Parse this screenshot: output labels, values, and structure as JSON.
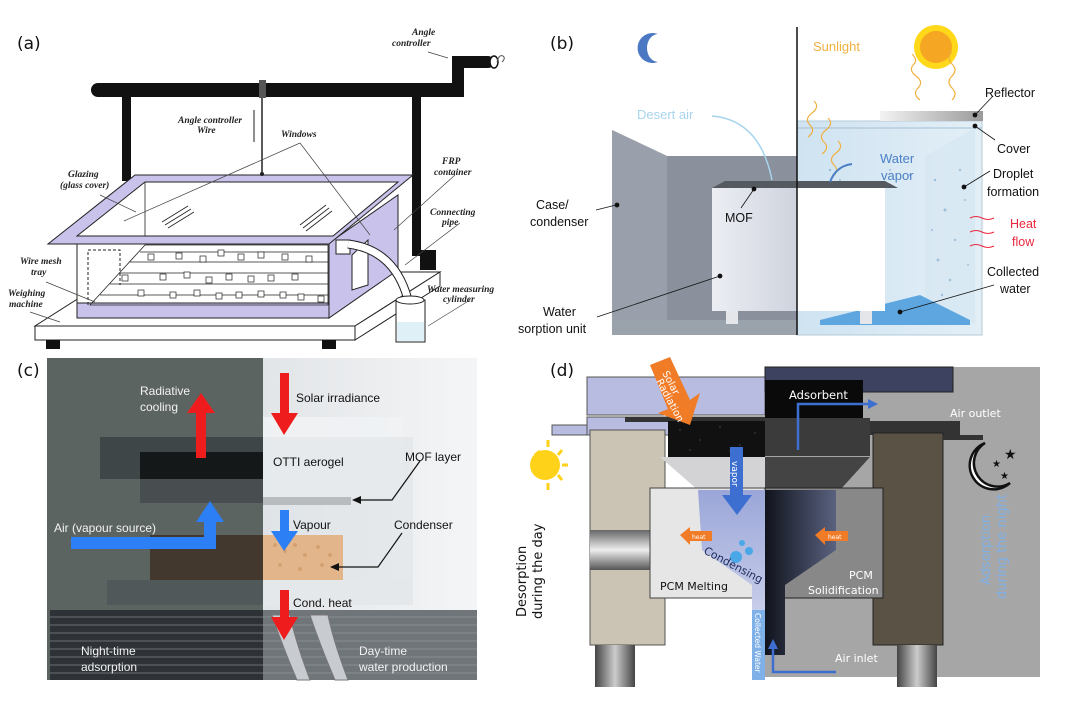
{
  "panels": {
    "a": {
      "label": "(a)",
      "annotations": {
        "angle_controller": [
          "Angle",
          "controller"
        ],
        "angle_controller_wire": [
          "Angle controller",
          "Wire"
        ],
        "windows": "Windows",
        "glazing": [
          "Glazing",
          "(glass cover)"
        ],
        "frp_container": [
          "FRP",
          "container"
        ],
        "connecting_pipe": [
          "Connecting",
          "pipe"
        ],
        "wire_mesh_tray": [
          "Wire mesh",
          "tray"
        ],
        "weighing_machine": [
          "Weighing",
          "machine"
        ],
        "water_measuring_cylinder": [
          "Water measuring",
          "cylinder"
        ]
      },
      "colors": {
        "frame": "#111111",
        "container": "#c9c3ec"
      }
    },
    "b": {
      "label": "(b)",
      "annotations": {
        "sunlight": "Sunlight",
        "desert_air": "Desert air",
        "water_vapor": [
          "Water",
          "vapor"
        ],
        "reflector": "Reflector",
        "cover": "Cover",
        "droplet_formation": [
          "Droplet",
          "formation"
        ],
        "heat_flow": [
          "Heat",
          "flow"
        ],
        "case_condenser": [
          "Case/",
          "condenser"
        ],
        "mof": "MOF",
        "water_sorption_unit": [
          "Water",
          "sorption unit"
        ],
        "collected_water": [
          "Collected",
          "water"
        ]
      },
      "colors": {
        "moon": "#4a78c2",
        "sun": "#f5a623",
        "sunlight": "#f0b040",
        "desert_air": "#a8d4ee",
        "vapor": "#4a7fc6",
        "heat": "#e8283c",
        "case": "#8a909c"
      }
    },
    "c": {
      "label": "(c)",
      "annotations": {
        "radiative_cooling": [
          "Radiative",
          "cooling"
        ],
        "solar_irradiance": "Solar irradiance",
        "otti_aerogel": "OTTI aerogel",
        "mof_layer": "MOF layer",
        "air_vapour_source": "Air (vapour source)",
        "vapour": "Vapour",
        "condenser": "Condenser",
        "cond_heat": "Cond. heat",
        "night_time": [
          "Night-time",
          "adsorption"
        ],
        "day_time": [
          "Day-time",
          "water production"
        ]
      },
      "colors": {
        "red_arrow": "#ee1c1c",
        "blue_arrow": "#2d7ff5",
        "night_bg": "#5c6462",
        "day_bg": "#e8eaec"
      }
    },
    "d": {
      "label": "(d)",
      "annotations": {
        "solar_radiation": [
          "Solar",
          "Radiation"
        ],
        "adsorbent": "Adsorbent",
        "air_outlet": "Air outlet",
        "vapor": "vapor",
        "heat_left": "heat",
        "heat_right": "heat",
        "condensing": "Condensing",
        "pcm_melting": "PCM Melting",
        "pcm_solidification": [
          "PCM",
          "Solidification"
        ],
        "collected_water": "Collected  Water",
        "air_inlet": "Air inlet",
        "desorption": [
          "Desorption",
          "during the day"
        ],
        "adsorption": [
          "Adsorption",
          "during the night"
        ]
      },
      "colors": {
        "orange": "#f07c28",
        "blue": "#3c6fd0",
        "sun": "#ffd21a",
        "adsorption_text": "#7fb0e8"
      }
    }
  }
}
